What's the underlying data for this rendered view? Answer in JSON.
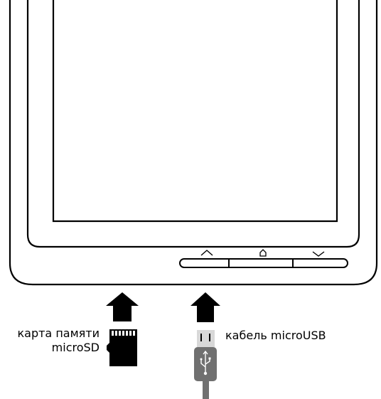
{
  "labels": {
    "memory_card_line1": "карта памяти",
    "memory_card_line2": "microSD",
    "usb_cable": "кабель microUSB"
  },
  "device": {
    "buttons": [
      {
        "icon": "chevron-up-icon"
      },
      {
        "icon": "home-icon"
      },
      {
        "icon": "chevron-down-icon"
      }
    ]
  },
  "colors": {
    "outline": "#000000",
    "background": "#ffffff",
    "cable": "#707070",
    "connector": "#d8d8d8"
  }
}
